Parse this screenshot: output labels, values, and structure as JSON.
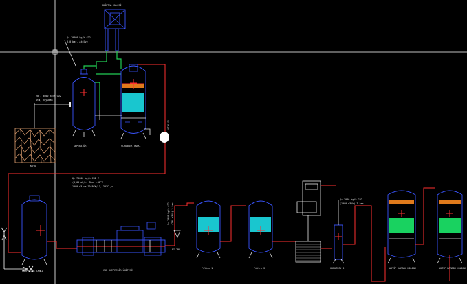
{
  "drawing": {
    "background": "#000000",
    "colors": {
      "pipe": "#ff3030",
      "vessel": "#3a55ff",
      "line": "#e8e8e8",
      "green_line": "#22cc55",
      "water_media": "#19c6cf",
      "carbon_media": "#19d260",
      "packing": "#e07a1c",
      "bark": "#e0a070"
    }
  },
  "labels": {
    "cooling_fan": "SOĞUTMA KULESİ",
    "note_cooler": [
      "Q= 70000 kg/h CO2",
      "3,0 bar, Atölye"
    ],
    "note_raw": [
      "20 - 3000 kg/h CO2",
      "Atm, Kuyudan"
    ],
    "note_main": [
      "Q= 70000 kg/h CO2 Z",
      "(3,00 m3/h) 3bar -40°C",
      "1000 m3 ve 70 RCK/ Z, 30°C /r"
    ],
    "note_left": [
      "Q= 7000 kg/h CO2",
      "(700 m3/h) 3 bar"
    ],
    "note_right": [
      "Q= 3000 kg/h CO2",
      "(1000 m3/h) 3 bar"
    ],
    "well": "KUYU",
    "separator": "SEPERATÖR",
    "scrubber": "SCRUBBER TANKI",
    "side_note": "ATIK SU",
    "buffer_tank": "KOMPRESÖR TANKI",
    "compressor": "CO2 KOMPRESÖR ÜNİTESİ",
    "filter_side": "FİLTRE",
    "filter1": "Filtre 1",
    "filter2": "Filtre 2",
    "dryer": "KURUTUCU 2",
    "carbon1": "AKTİF KARBON KOLONU",
    "carbon2": "AKTİF KARBON KOLONU"
  }
}
